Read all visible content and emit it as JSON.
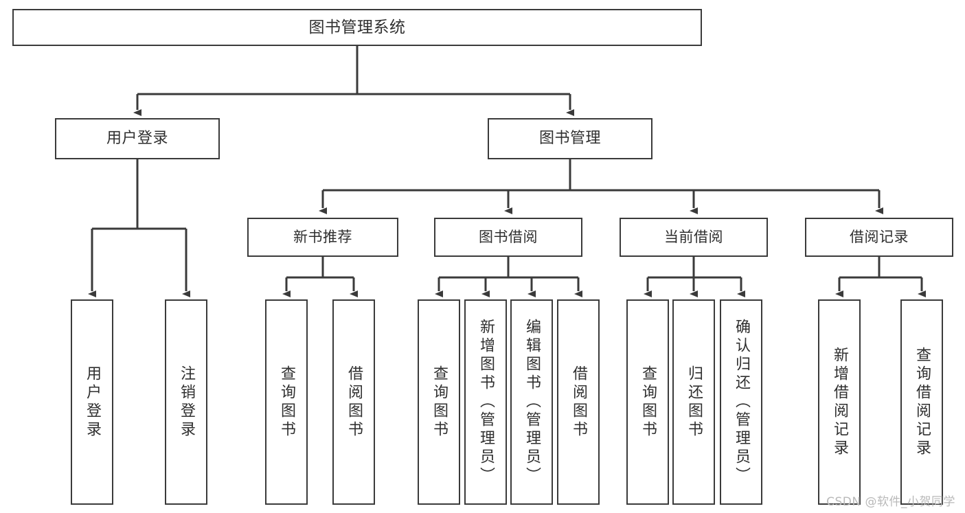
{
  "diagram": {
    "title": "图书管理系统",
    "type": "tree-hierarchy-chart",
    "colors": {
      "box_border": "#3a3a3a",
      "box_fill": "#ffffff",
      "line": "#3a3a3a",
      "text": "#2f2f2f",
      "watermark": "#b9b9b9"
    },
    "root": {
      "label": "图书管理系统"
    },
    "level2": [
      {
        "label": "用户登录"
      },
      {
        "label": "图书管理"
      }
    ],
    "level3": [
      {
        "label": "新书推荐"
      },
      {
        "label": "图书借阅"
      },
      {
        "label": "当前借阅"
      },
      {
        "label": "借阅记录"
      }
    ],
    "leaves": {
      "user_login": [
        {
          "label": "用户登录"
        },
        {
          "label": "注销登录"
        }
      ],
      "new_book_recommend": [
        {
          "label": "查询图书"
        },
        {
          "label": "借阅图书"
        }
      ],
      "book_borrow": [
        {
          "label": "查询图书"
        },
        {
          "label": "新增图书（管理员）"
        },
        {
          "label": "编辑图书（管理员）"
        },
        {
          "label": "借阅图书"
        }
      ],
      "current_borrow": [
        {
          "label": "查询图书"
        },
        {
          "label": "归还图书"
        },
        {
          "label": "确认归还（管理员）"
        }
      ],
      "borrow_record": [
        {
          "label": "新增借阅记录"
        },
        {
          "label": "查询借阅记录"
        }
      ]
    },
    "watermark": "CSDN @软件_小贺同学"
  }
}
